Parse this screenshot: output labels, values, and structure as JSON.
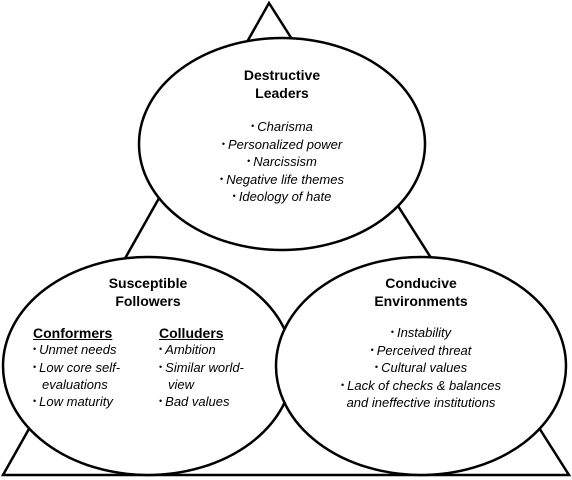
{
  "leaders": {
    "title_line1": "Destructive",
    "title_line2": "Leaders",
    "items": [
      "Charisma",
      "Personalized power",
      "Narcissism",
      "Negative life themes",
      "Ideology of hate"
    ]
  },
  "followers": {
    "title_line1": "Susceptible",
    "title_line2": "Followers",
    "conformers": {
      "title": "Conformers",
      "items": [
        "Unmet needs",
        "Low core self-",
        "evaluations",
        "Low maturity"
      ]
    },
    "colluders": {
      "title": "Colluders",
      "items": [
        "Ambition",
        "Similar world-",
        "view",
        "Bad values"
      ]
    }
  },
  "environments": {
    "title_line1": "Conducive",
    "title_line2": "Environments",
    "items": [
      "Instability",
      "Perceived threat",
      "Cultural values",
      "Lack of checks & balances",
      "and ineffective institutions"
    ]
  }
}
